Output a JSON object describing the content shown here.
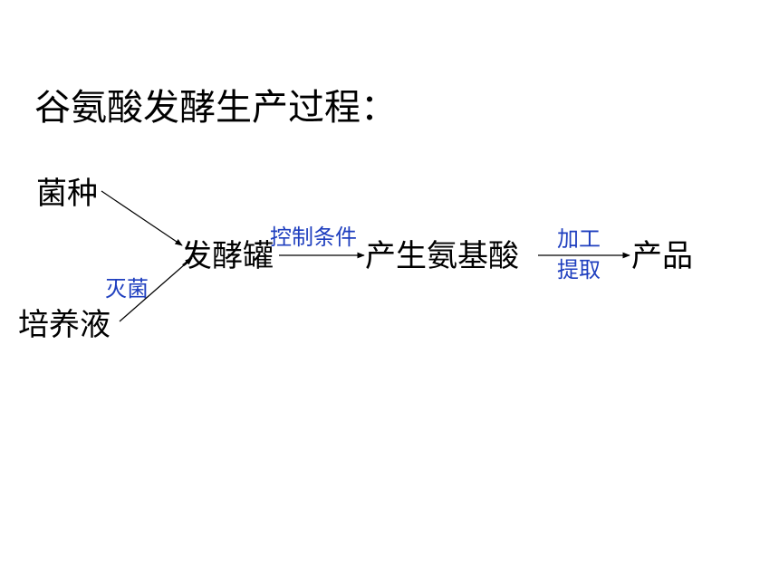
{
  "title": "谷氨酸发酵生产过程：",
  "nodes": {
    "strain": "菌种",
    "medium": "培养液",
    "fermenter": "发酵罐",
    "glutamate": "产生氨基酸",
    "product": "产品"
  },
  "conditions": {
    "sterilize": "灭菌",
    "control": "控制条件",
    "process_line1": "加工",
    "process_line2": "提取"
  },
  "colors": {
    "text": "#000000",
    "condition_text": "#1f3fbf"
  }
}
